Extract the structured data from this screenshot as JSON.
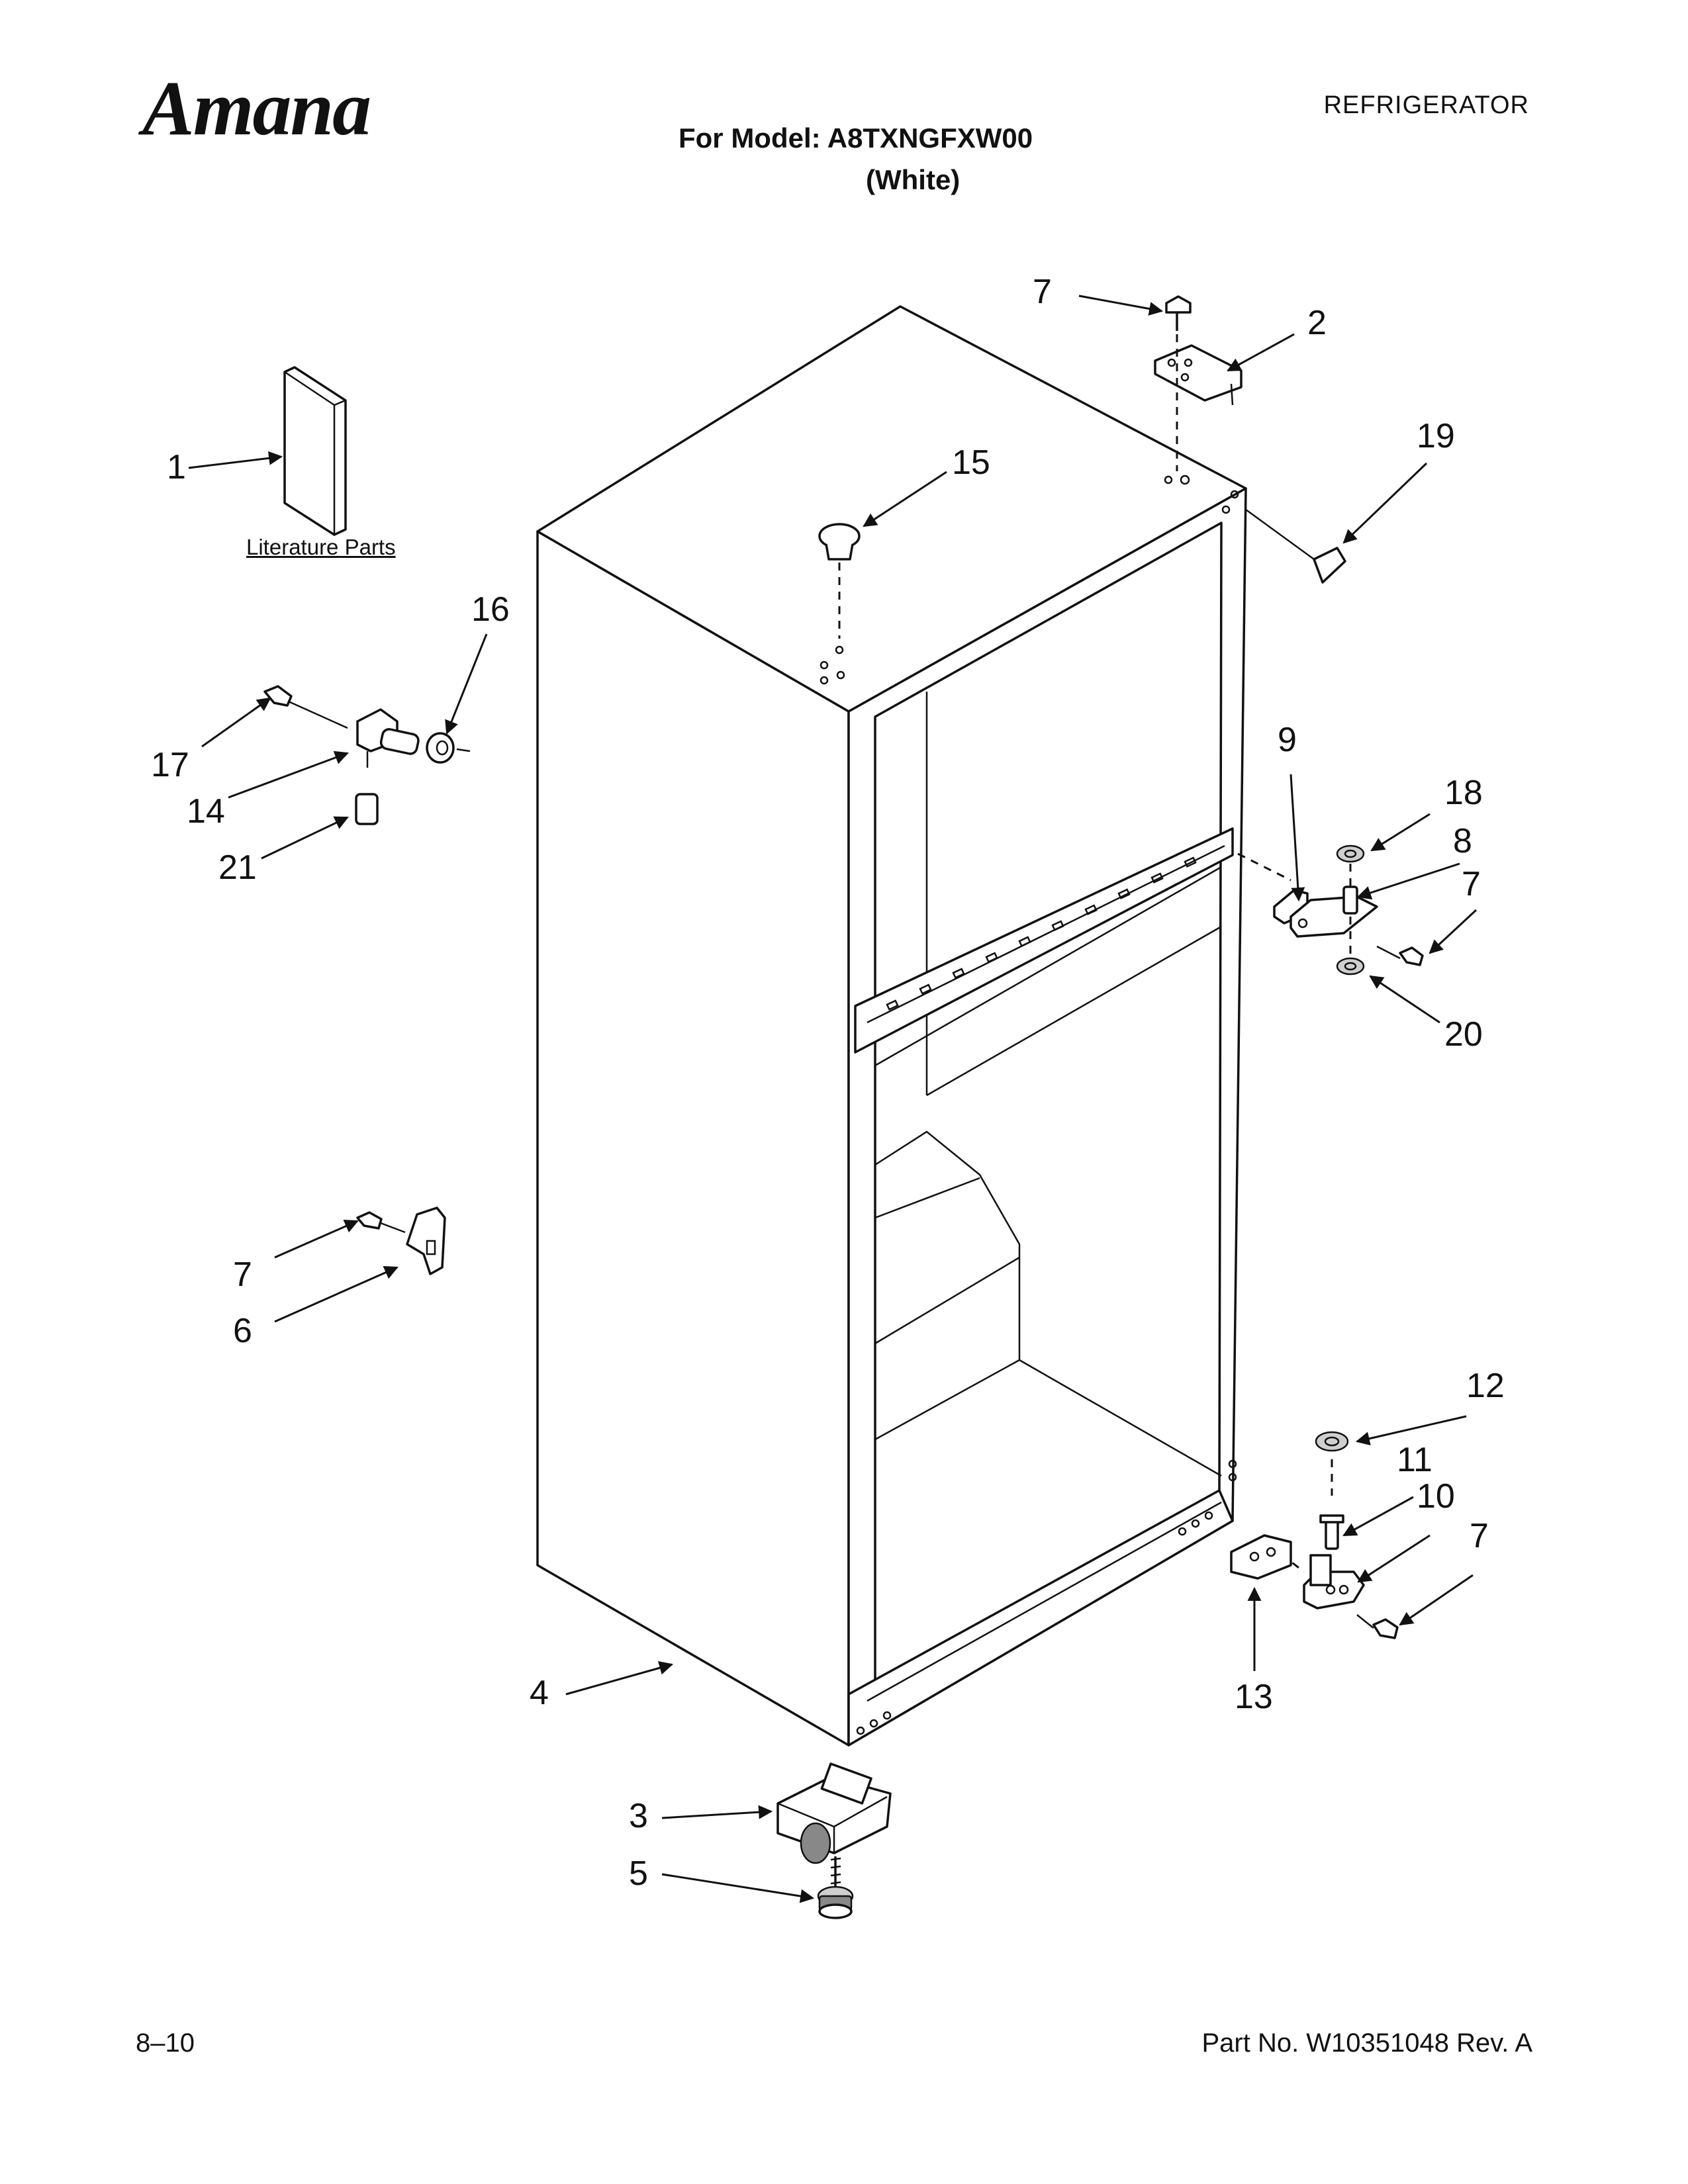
{
  "header": {
    "brand": "Amana",
    "category": "REFRIGERATOR",
    "model_line": "For Model: A8TXNGFXW00",
    "variant": "(White)"
  },
  "literature_label": "Literature Parts",
  "callouts": [
    {
      "id": "c1",
      "label": "1"
    },
    {
      "id": "c2",
      "label": "2"
    },
    {
      "id": "c3",
      "label": "3"
    },
    {
      "id": "c4",
      "label": "4"
    },
    {
      "id": "c5",
      "label": "5"
    },
    {
      "id": "c6",
      "label": "6"
    },
    {
      "id": "c7a",
      "label": "7"
    },
    {
      "id": "c7b",
      "label": "7"
    },
    {
      "id": "c7c",
      "label": "7"
    },
    {
      "id": "c7d",
      "label": "7"
    },
    {
      "id": "c8",
      "label": "8"
    },
    {
      "id": "c9",
      "label": "9"
    },
    {
      "id": "c10",
      "label": "10"
    },
    {
      "id": "c11",
      "label": "11"
    },
    {
      "id": "c12",
      "label": "12"
    },
    {
      "id": "c13",
      "label": "13"
    },
    {
      "id": "c14",
      "label": "14"
    },
    {
      "id": "c15",
      "label": "15"
    },
    {
      "id": "c16",
      "label": "16"
    },
    {
      "id": "c17",
      "label": "17"
    },
    {
      "id": "c18",
      "label": "18"
    },
    {
      "id": "c19",
      "label": "19"
    },
    {
      "id": "c20",
      "label": "20"
    },
    {
      "id": "c21",
      "label": "21"
    }
  ],
  "footer": {
    "page": "8–10",
    "part_no": "Part No. W10351048 Rev. A"
  }
}
